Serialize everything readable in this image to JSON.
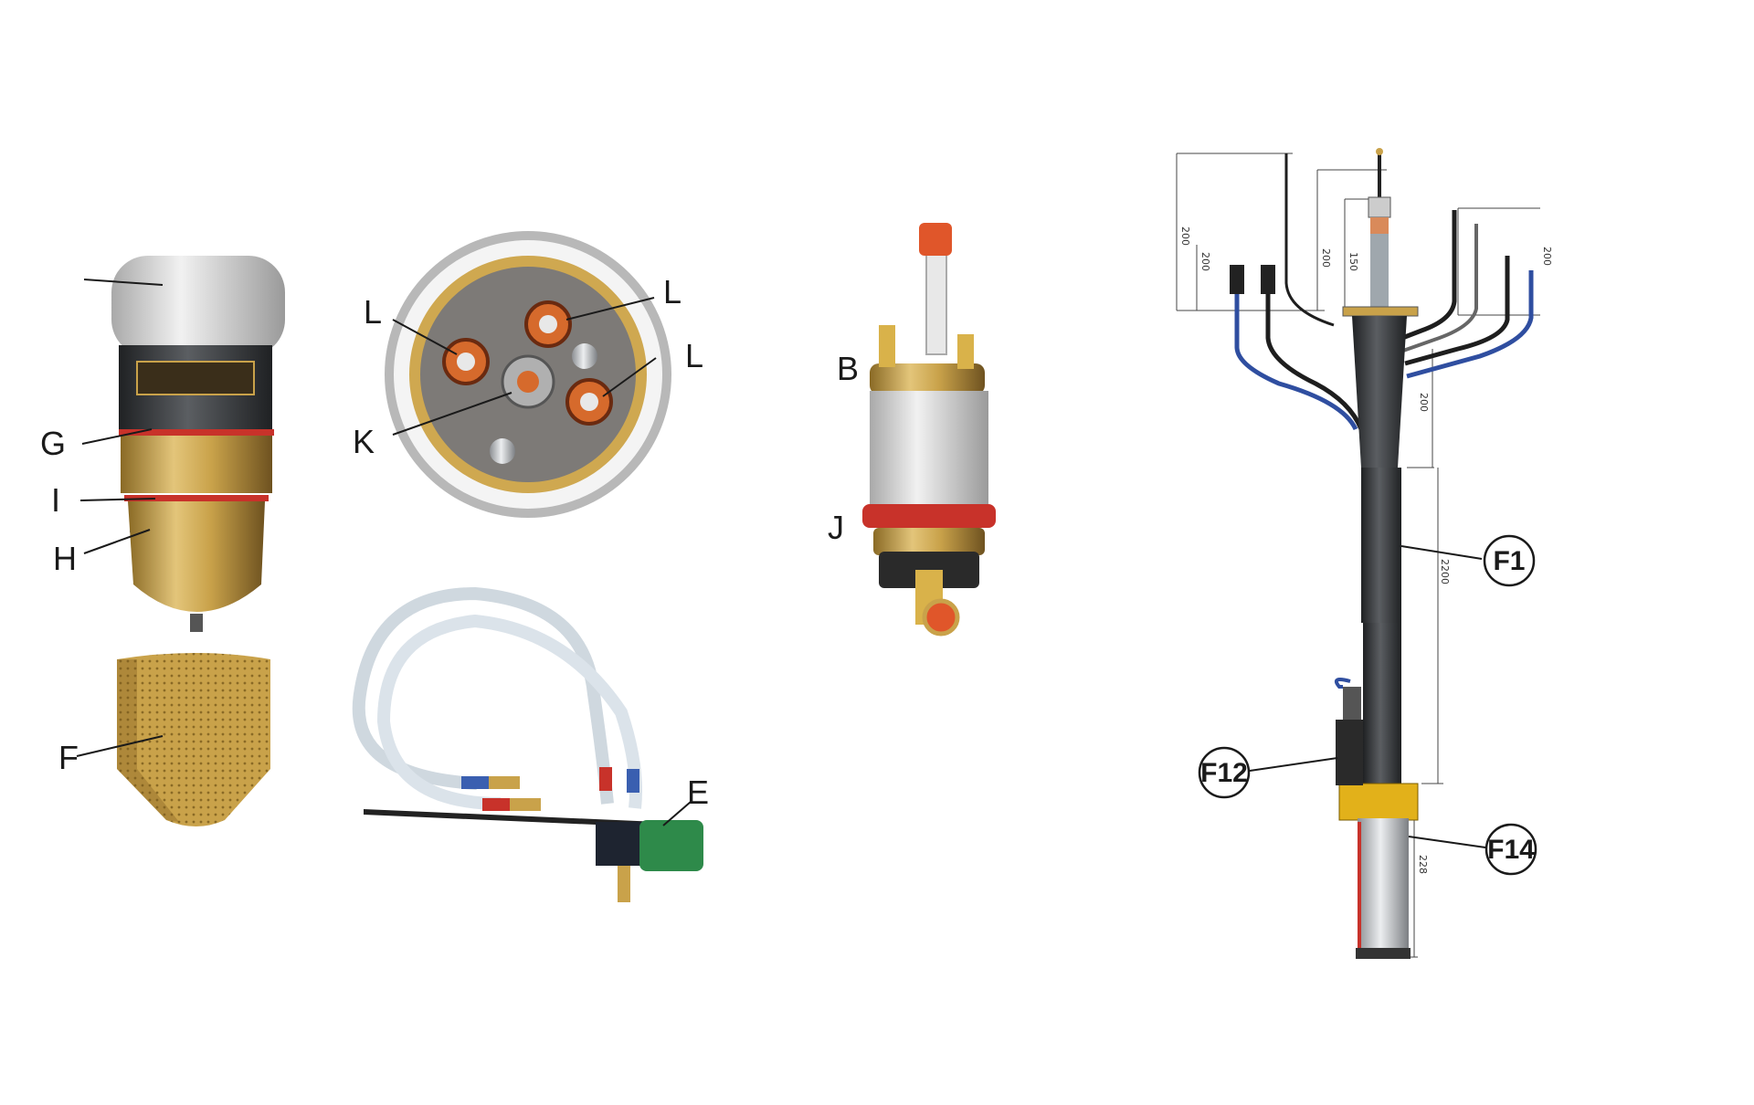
{
  "labels": {
    "G": "G",
    "I": "I",
    "H": "H",
    "F": "F",
    "L1": "L",
    "L2": "L",
    "L3": "L",
    "K": "K",
    "E": "E",
    "B": "B",
    "J": "J"
  },
  "callouts": {
    "F1": "F1",
    "F12": "F12",
    "F14": "F14"
  },
  "dimensions": {
    "d1": "200",
    "d2": "200",
    "d3": "200",
    "d4": "150",
    "d5": "200",
    "d6": "200",
    "d7": "2200",
    "d8": "228"
  },
  "colors": {
    "brass": "#c9a24a",
    "red_seal": "#c8322a",
    "blue_seal": "#3a5fb0",
    "hose_blue": "#2f4ea0",
    "hose_black": "#1e1e1e",
    "lance_dark": "#3b3d40",
    "sleeve_yellow": "#e2b11a",
    "valve_green": "#2e8a4a"
  }
}
